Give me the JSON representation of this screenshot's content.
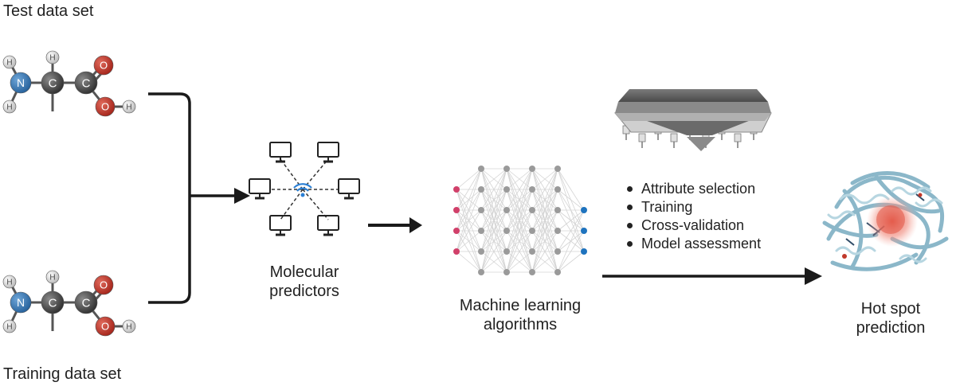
{
  "labels": {
    "test_data_set": "Test data set",
    "training_data_set": "Training data set",
    "molecular_predictors_line1": "Molecular",
    "molecular_predictors_line2": "predictors",
    "machine_learning_line1": "Machine learning",
    "machine_learning_line2": "algorithms",
    "hot_spot_line1": "Hot spot",
    "hot_spot_line2": "prediction"
  },
  "molecule": {
    "atoms": {
      "hydrogen": "H",
      "nitrogen": "N",
      "carbon": "C",
      "oxygen": "O"
    },
    "colors": {
      "hydrogen": "#dcdcdc",
      "nitrogen": "#3a78b5",
      "carbon": "#4a4a4a",
      "oxygen": "#c0392b"
    }
  },
  "ml_steps": [
    "Attribute selection",
    "Training",
    "Cross-validation",
    "Model assessment"
  ],
  "colors": {
    "arrow": "#1a1a1a",
    "wifi": "#2a7fd4",
    "input_node": "#d1406a",
    "output_node": "#1e73be",
    "hidden_node": "#9a9a9a",
    "chip": "#555555",
    "protein": "#a9cdd8",
    "hotspot": "#e86a5c"
  }
}
